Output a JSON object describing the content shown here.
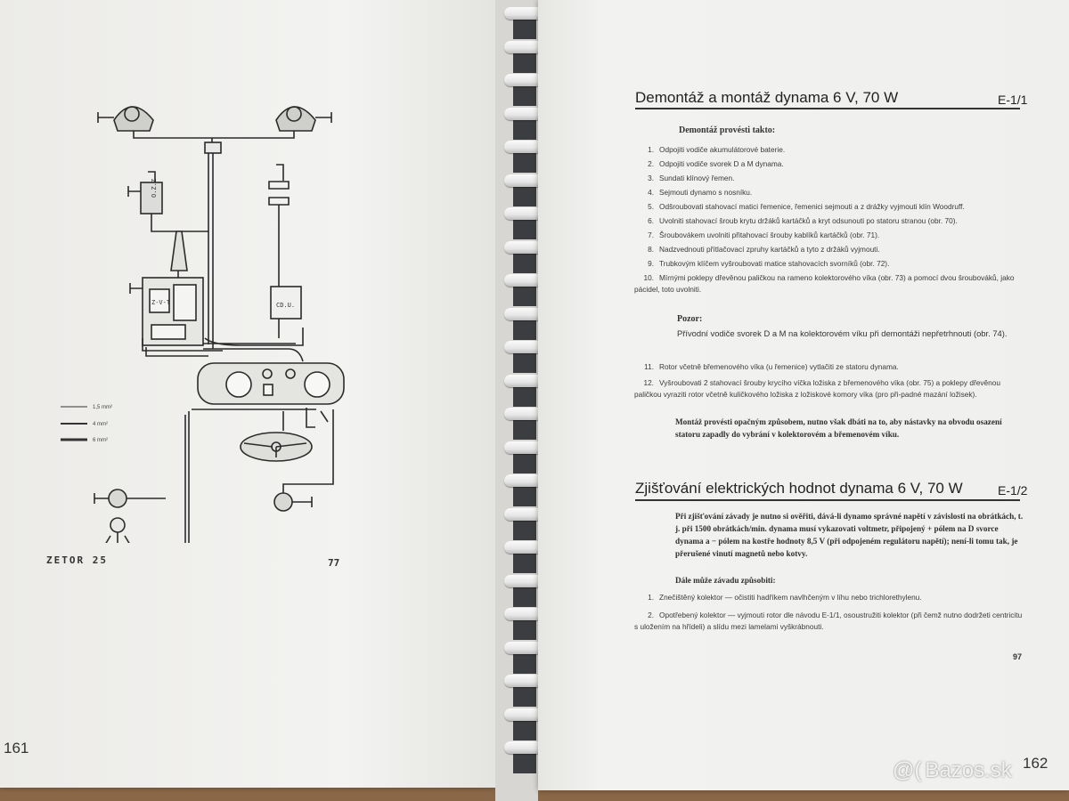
{
  "left_page": {
    "model_label": "ZETOR 25",
    "page_number": "77",
    "handwritten_number": "161",
    "legend": [
      {
        "label": "1,5 mm²"
      },
      {
        "label": "4 mm²"
      },
      {
        "label": "6 mm²"
      }
    ],
    "component_labels": {
      "coil": "O.Z.Z",
      "regulator": "Z-V-T",
      "box": "CD.U."
    }
  },
  "right_page": {
    "handwritten_number": "162",
    "page_number": "97",
    "section1": {
      "title": "Demontáž a montáž dynama 6 V, 70 W",
      "code": "E-1/1",
      "heading": "Demontáž provésti takto:",
      "steps": [
        {
          "n": "1.",
          "text": "Odpojiti vodiče akumulátorové baterie."
        },
        {
          "n": "2.",
          "text": "Odpojiti vodiče svorek D a M dynama."
        },
        {
          "n": "3.",
          "text": "Sundati klínový řemen."
        },
        {
          "n": "4.",
          "text": "Sejmouti dynamo s nosníku."
        },
        {
          "n": "5.",
          "text": "Odšroubovati stahovací matici řemenice, řemenici sejmouti a z drážky vyjmouti klín Woodruff."
        },
        {
          "n": "6.",
          "text": "Uvolniti stahovací šroub krytu držáků kartáčků a kryt odsunouti po statoru stranou (obr. 70)."
        },
        {
          "n": "7.",
          "text": "Šroubovákem uvolniti přitahovací šrouby kablíků kartáčků (obr. 71)."
        },
        {
          "n": "8.",
          "text": "Nadzvednouti přítlačovací zpruhy kartáčků a tyto z držáků vyjmouti."
        },
        {
          "n": "9.",
          "text": "Trubkovým klíčem vyšroubovati matice stahovacích svorníků (obr. 72)."
        },
        {
          "n": "10.",
          "text": "Mírnými poklepy dřevěnou paličkou na rameno kolektorového víka (obr. 73) a pomocí dvou šroubováků, jako pácidel, toto uvolniti."
        }
      ],
      "caution_heading": "Pozor:",
      "caution_text": "Přívodní vodiče svorek D a M na kolektorovém víku při demontáži nepřetrhnouti (obr. 74).",
      "steps_b": [
        {
          "n": "11.",
          "text": "Rotor včetně břemenového víka (u řemenice) vytlačiti ze statoru dynama."
        },
        {
          "n": "12.",
          "text": "Vyšroubovati 2 stahovací šrouby krycího víčka ložiska z břemenového víka (obr. 75) a poklepy dřevěnou paličkou vyraziti rotor včetně kuličkového ložiska z ložiskové komory víka (pro při-padné mazání ložisek)."
        }
      ],
      "assembly_text": "Montáž provésti opačným způsobem, nutno však dbáti na to, aby nástavky na obvodu osazení statoru zapadly do vybrání v kolektorovém a břemenovém víku."
    },
    "section2": {
      "title": "Zjišťování elektrických hodnot dynama 6 V, 70 W",
      "code": "E-1/2",
      "intro": "Při zjišťování závady je nutno si ověřiti, dává-li dynamo správné napětí v závislosti na obrátkách, t. j. při 1500 obrátkách/min. dynama musí vykazovati voltmetr, připojený + pólem na D svorce dynama a − pólem na kostře hodnoty 8,5 V (při odpojeném regulátoru napětí); není-li tomu tak, je přerušené vinutí magnetů nebo kotvy.",
      "causes_heading": "Dále může závadu způsobiti:",
      "causes": [
        {
          "n": "1.",
          "text": "Znečištěný kolektor — očistiti hadříkem navlhčeným v líhu nebo trichlorethylenu."
        },
        {
          "n": "2.",
          "text": "Opotřebený kolektor — vyjmouti rotor dle návodu E-1/1, osoustružiti kolektor (při čemž nutno dodržeti centricitu s uložením na hřídeli) a slídu mezi lamelami vyškrábnouti."
        }
      ]
    }
  },
  "watermark": {
    "text": "Bazos.sk",
    "icon": "at-icon"
  }
}
